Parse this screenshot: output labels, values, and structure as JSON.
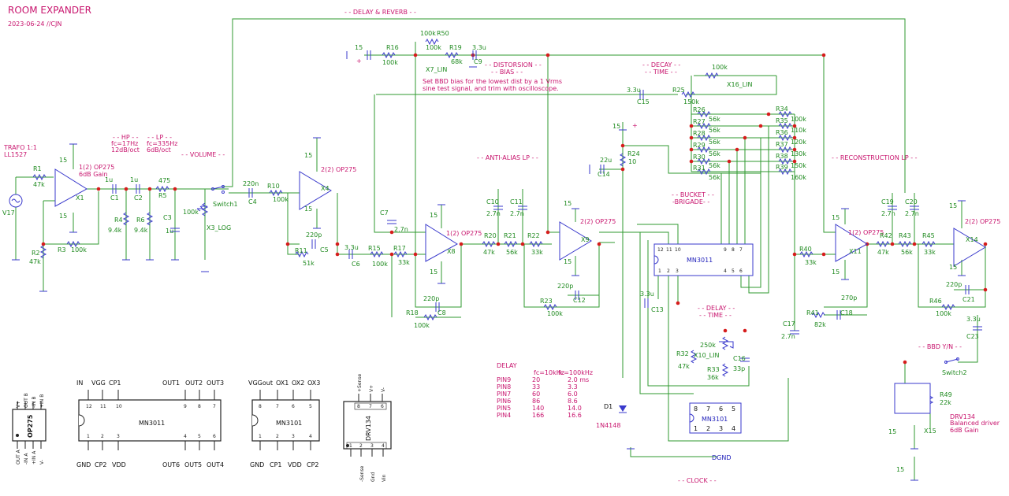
{
  "header": {
    "title": "ROOM EXPANDER",
    "date": "2023-06-24  //CJN"
  },
  "sections": {
    "delay_reverb": "- - DELAY & REVERB - -",
    "volume": "- - VOLUME - -",
    "hp": "- - HP - -",
    "hp_fc": "fc=17Hz",
    "hp_slope": "12dB/oct",
    "lp": "- - LP - -",
    "lp_fc": "fc=335Hz",
    "lp_slope": "6dB/oct",
    "distortion": "- - DISTORSION - -",
    "bias": "- - BIAS - -",
    "bias_note1": "Set BBD bias for the lowest dist by a 1 Vrms",
    "bias_note2": "sine test signal, and trim with oscilloscope.",
    "decay": "- - DECAY - -",
    "time": "- - TIME - -",
    "anti_alias": "- - ANTI-ALIAS LP - -",
    "bucket": "- - BUCKET - -",
    "brigade": "-BRIGADE- -",
    "delay_time_a": "- - DELAY - -",
    "delay_time_b": "- - TIME - -",
    "reconstruction": "- - RECONSTRUCTION LP - -",
    "bbd_yn": "- - BBD Y/N - -",
    "clock": "- - CLOCK - -"
  },
  "input": {
    "trafo": "TRAFO 1:1",
    "trafo_part": "LL1527",
    "source": "V17"
  },
  "opamps": {
    "x1_name": "X1",
    "x1_part": "1(2) OP275",
    "x1_gain": "6dB Gain",
    "x4_name": "X4",
    "x4_part": "2(2) OP275",
    "x8_name": "X8",
    "x8_part": "1(2) OP275",
    "x9_name": "X9",
    "x9_part": "2(2) OP275",
    "x11_name": "X11",
    "x11_part": "1(2) OP275",
    "x14_name": "X14",
    "x14_part": "2(2) OP275"
  },
  "supply": {
    "plus": "15",
    "minus": "15",
    "sign_plus": "+"
  },
  "resistors": {
    "r1": "R1",
    "r1_v": "47k",
    "r2": "R2",
    "r2_v": "47k",
    "r3": "R3",
    "r3_v": "100k",
    "r4": "R4",
    "r4_v": "9.4k",
    "r5": "R5",
    "r5_v": "475",
    "r6": "R6",
    "r6_v": "9.4k",
    "r10": "R10",
    "r10_v": "100k",
    "r11": "R11",
    "r11_v": "51k",
    "r15": "R15",
    "r15_v": "100k",
    "r16": "R16",
    "r16_v": "100k",
    "r17": "R17",
    "r17_v": "33k",
    "r18": "R18",
    "r18_v": "100k",
    "r19": "R19",
    "r19_v": "68k",
    "r20": "R20",
    "r20_v": "47k",
    "r21": "R21",
    "r21_v": "56k",
    "r22": "R22",
    "r22_v": "33k",
    "r23": "R23",
    "r23_v": "100k",
    "r24": "R24",
    "r24_v": "10",
    "r25": "R25",
    "r25_v": "150k",
    "r26": "R26",
    "r26_v": "56k",
    "r27": "R27",
    "r27_v": "56k",
    "r28": "R28",
    "r28_v": "56k",
    "r29": "R29",
    "r29_v": "56k",
    "r30": "R30",
    "r30_v": "56k",
    "r31": "R31",
    "r31_v": "56k",
    "r32": "R32",
    "r32_v": "47k",
    "r33": "R33",
    "r33_v": "36k",
    "r34": "R34",
    "r34_v": "100k",
    "r35": "R35",
    "r35_v": "110k",
    "r36": "R36",
    "r36_v": "120k",
    "r37": "R37",
    "r37_v": "130k",
    "r38": "R38",
    "r38_v": "150k",
    "r39": "R39",
    "r39_v": "160k",
    "r40": "R40",
    "r40_v": "33k",
    "r41": "R41",
    "r41_v": "82k",
    "r42": "R42",
    "r42_v": "47k",
    "r43": "R43",
    "r43_v": "56k",
    "r45": "R45",
    "r45_v": "33k",
    "r46": "R46",
    "r46_v": "100k",
    "r49": "R49",
    "r49_v": "22k",
    "r50": "R50",
    "r50_v": "100k"
  },
  "capacitors": {
    "c1": "C1",
    "c1_v": "1u",
    "c2": "C2",
    "c2_v": "1u",
    "c3": "C3",
    "c3_v": "1u",
    "c4": "C4",
    "c4_v": "220n",
    "c5": "C5",
    "c5_v": "220p",
    "c6": "C6",
    "c6_v": "3.3u",
    "c7": "C7",
    "c7_v": "2.7n",
    "c8": "C8",
    "c8_v": "220p",
    "c9": "C9",
    "c9_v": "3.3u",
    "c10": "C10",
    "c10_v": "2.7n",
    "c11": "C11",
    "c11_v": "2.7n",
    "c12": "C12",
    "c12_v": "220p",
    "c13": "C13",
    "c13_v": "3.3u",
    "c14": "C14",
    "c14_v": "22u",
    "c15": "C15",
    "c15_v": "3.3u",
    "c16": "C16",
    "c16_v": "33p",
    "c17": "C17",
    "c17_v": "2.7n",
    "c18": "C18",
    "c18_v": "270p",
    "c19": "C19",
    "c19_v": "2.7n",
    "c20": "C20",
    "c20_v": "2.7n",
    "c21": "C21",
    "c21_v": "220p",
    "c23": "C23",
    "c23_v": "3.3u"
  },
  "pots": {
    "x3": "X3_LOG",
    "x3_v": "100k",
    "x7": "X7_LIN",
    "x7_v": "100k",
    "x10": "X10_LIN",
    "x10_v": "250k",
    "x16": "X16_LIN",
    "x16_v": "100k"
  },
  "misc": {
    "switch1": "Switch1",
    "switch2": "Switch2",
    "d1": "D1",
    "d1_part": "1N4148",
    "mn3011": "MN3011",
    "mn3101": "MN3101",
    "dgnd": "DGND",
    "x15": "X15",
    "drv_part": "DRV134",
    "drv_desc": "Balanced driver",
    "drv_gain": "6dB Gain"
  },
  "chip_pins": {
    "mn3011_top": [
      "12",
      "11",
      "10",
      "9",
      "8",
      "7"
    ],
    "mn3011_bot": [
      "1",
      "2",
      "3",
      "4",
      "5",
      "6"
    ],
    "mn3101_top": [
      "8",
      "7",
      "6",
      "5"
    ],
    "mn3101_bot": [
      "1",
      "2",
      "3",
      "4"
    ]
  },
  "delay_table": {
    "heading": "DELAY",
    "col_a": "fc=10kHz",
    "col_b": "fc=100kHz",
    "rows": [
      {
        "pin": "PIN9",
        "a": "20",
        "b": "2.0 ms"
      },
      {
        "pin": "PIN8",
        "a": "33",
        "b": "3.3"
      },
      {
        "pin": "PIN7",
        "a": "60",
        "b": "6.0"
      },
      {
        "pin": "PIN6",
        "a": "86",
        "b": "8.6"
      },
      {
        "pin": "PIN5",
        "a": "140",
        "b": "14.0"
      },
      {
        "pin": "PIN4",
        "a": "166",
        "b": "16.6"
      }
    ]
  },
  "footprints": {
    "op275": "OP275",
    "op275_top": [
      "V+",
      "OUT B",
      "-IN B",
      "+IN B"
    ],
    "op275_bot": [
      "OUT A",
      "-IN A",
      "+IN A",
      "V-"
    ],
    "mn3011_name": "MN3011",
    "mn3011_top_lbl": [
      "IN",
      "VGG",
      "CP1",
      "OUT1",
      "OUT2",
      "OUT3"
    ],
    "mn3011_top_pins": [
      "12",
      "11",
      "10",
      "9",
      "8",
      "7"
    ],
    "mn3011_bot_pins": [
      "1",
      "2",
      "3",
      "4",
      "5",
      "6"
    ],
    "mn3011_bot_lbl": [
      "GND",
      "CP2",
      "VDD",
      "OUT6",
      "OUT5",
      "OUT4"
    ],
    "mn3101_name": "MN3101",
    "mn3101_top_lbl": [
      "VGGout",
      "OX1",
      "OX2",
      "OX3"
    ],
    "mn3101_top_pins": [
      "8",
      "7",
      "6",
      "5"
    ],
    "mn3101_bot_pins": [
      "1",
      "2",
      "3",
      "4"
    ],
    "mn3101_bot_lbl": [
      "GND",
      "CP1",
      "VDD",
      "CP2"
    ],
    "drv134_name": "DRV134",
    "drv134_top": [
      "+Sense",
      "V+",
      "V-"
    ],
    "drv134_bot": [
      "-Sense",
      "Gnd",
      "Vin"
    ],
    "drv134_top_pins": [
      "8",
      "7",
      "6"
    ],
    "drv134_bot_pins": [
      "1",
      "2",
      "3",
      "4"
    ]
  }
}
